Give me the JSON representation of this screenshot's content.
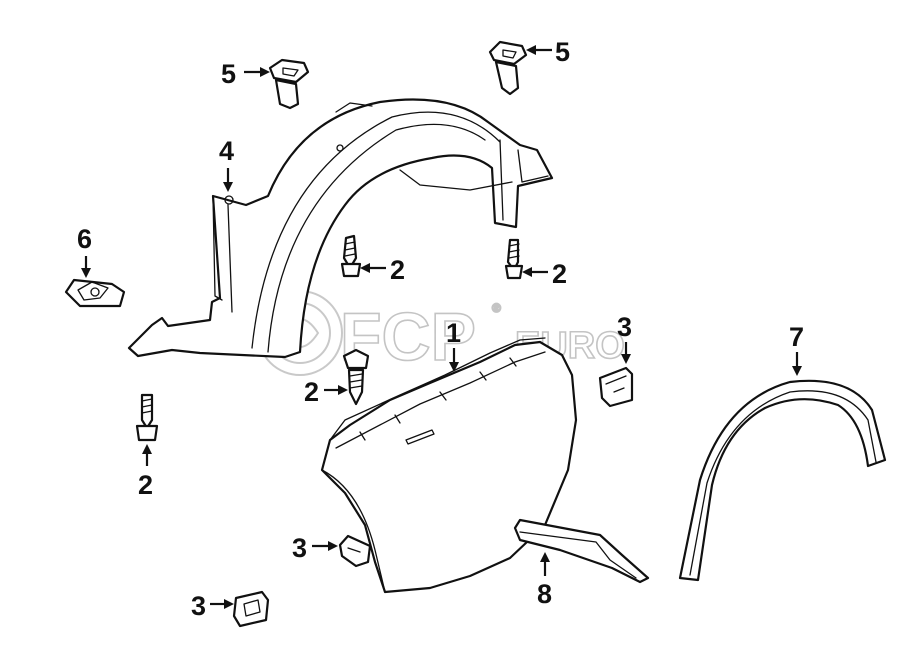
{
  "callouts": {
    "c1": "1",
    "c2a": "2",
    "c2b": "2",
    "c2c": "2",
    "c2d": "2",
    "c3a": "3",
    "c3b": "3",
    "c3c": "3",
    "c4": "4",
    "c5a": "5",
    "c5b": "5",
    "c6": "6",
    "c7": "7",
    "c8": "8"
  },
  "watermark": {
    "brand": "FCP",
    "suffix": "EURO",
    "mark": "®"
  }
}
